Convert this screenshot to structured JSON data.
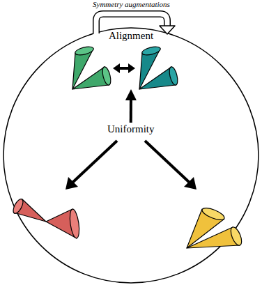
{
  "diagram": {
    "nodes": [
      {
        "text": [
          "Alignment"
        ]
      },
      {
        "text": [
          "Uniformity"
        ]
      }
    ],
    "edges": [
      {
        "from": 1,
        "to": 0,
        "arrow": "to"
      }
    ],
    "labels": [
      "Symmetry augmentations"
    ]
  }
}
